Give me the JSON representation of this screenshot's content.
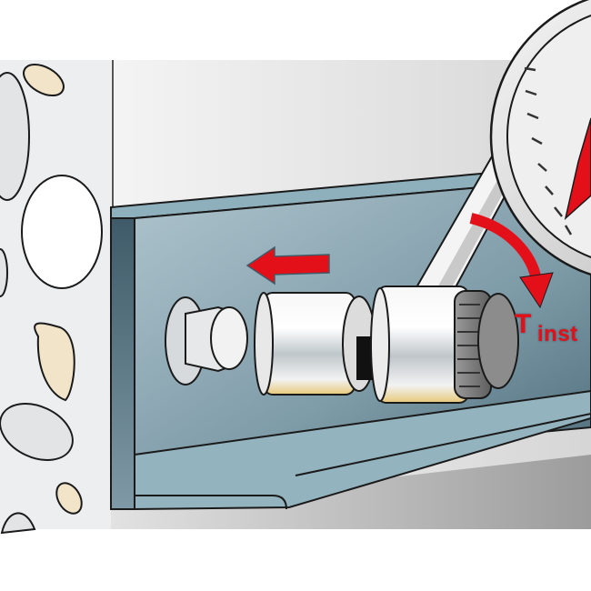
{
  "illustration": {
    "description": "Installation of an anchor bolt through a steel angle bracket using a torque wrench",
    "labels": {
      "torque_symbol": "T",
      "torque_subscript": "inst"
    },
    "colors": {
      "arrow_red": "#e3101a",
      "steel_bracket": "#7c98a5",
      "bracket_dark": "#4a6674",
      "concrete_bg": "#eceeef",
      "aggregate_beige": "#f2e4c9",
      "aggregate_white": "#ffffff",
      "wall_gray": "#dcdcdc",
      "outline": "#1a1a1a"
    },
    "elements": [
      "concrete-base-material",
      "steel-angle-bracket",
      "hex-bolt-head",
      "socket-sleeve",
      "torque-wrench-head",
      "torque-wrench-dial",
      "push-direction-arrow",
      "rotation-arrow",
      "torque-label"
    ]
  }
}
